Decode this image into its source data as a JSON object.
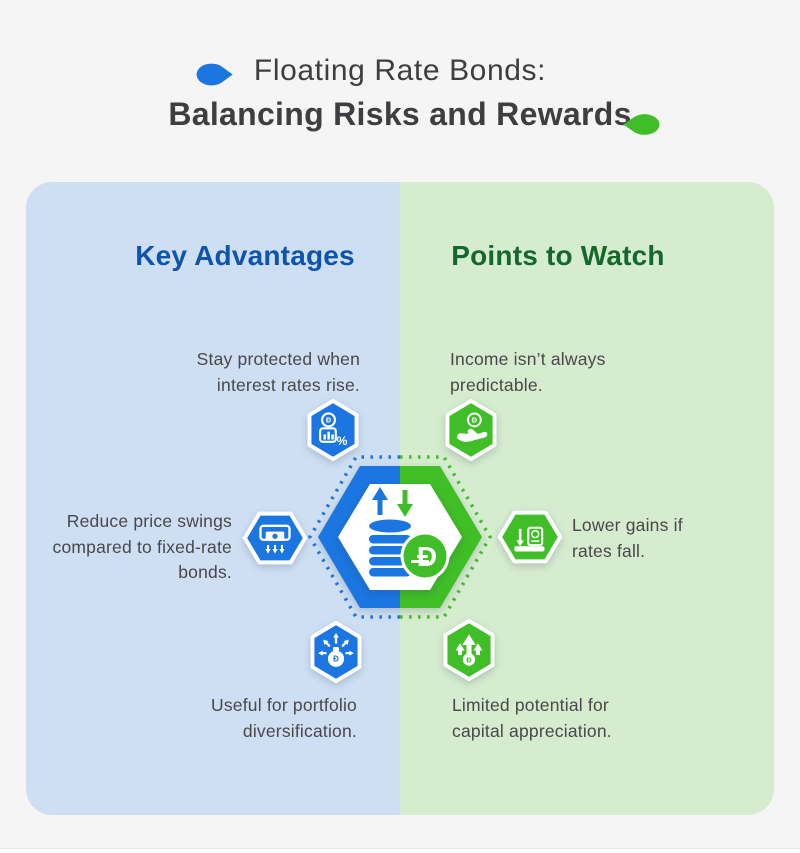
{
  "title": {
    "line1": "Floating Rate Bonds:",
    "line2": "Balancing Risks and Rewards"
  },
  "colors": {
    "page-bg": "#f5f5f6",
    "panel-blue": "#cfdff3",
    "panel-green": "#d6eccf",
    "accent-blue": "#1b76e1",
    "accent-green": "#3fbe27",
    "heading-blue": "#0e54ad",
    "heading-green": "#15682c",
    "title-dark": "#3d3e40",
    "text-dark": "#47484a"
  },
  "left_panel": {
    "heading": "Key Advantages",
    "items": [
      {
        "icon": "chart-percent-icon",
        "text": "Stay protected when\ninterest rates rise."
      },
      {
        "icon": "cash-dispenser-icon",
        "text": "Reduce price swings\ncompared to fixed-rate\nbonds."
      },
      {
        "icon": "money-bag-arrows-icon",
        "text": "Useful for portfolio\ndiversification."
      }
    ]
  },
  "right_panel": {
    "heading": "Points to Watch",
    "items": [
      {
        "icon": "hand-coin-icon",
        "text": "Income isn’t always\npredictable."
      },
      {
        "icon": "falling-returns-icon",
        "text": "Lower gains if\nrates fall."
      },
      {
        "icon": "rising-arrows-coin-icon",
        "text": "Limited potential for\ncapital appreciation."
      }
    ]
  },
  "center": {
    "currency_symbol": "Đ"
  }
}
